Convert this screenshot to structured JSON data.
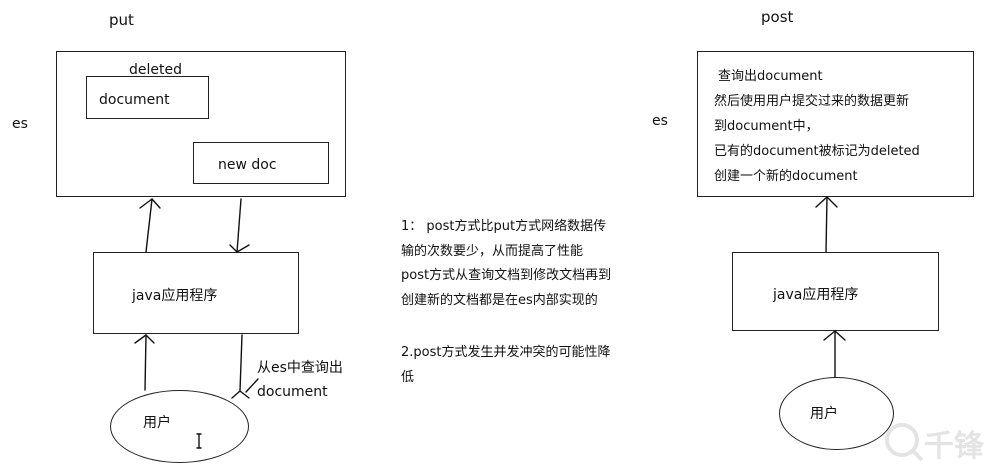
{
  "left": {
    "title": "put",
    "es_label": "es",
    "deleted_label": "deleted",
    "document_label": "document",
    "new_doc_label": "new doc",
    "java_app_label": "java应用程序",
    "user_label": "用户",
    "query_note_line1": "从es中查询出",
    "query_note_line2": "document"
  },
  "middle": {
    "note_lines": [
      "1： post方式比put方式网络数据传",
      "输的次数要少，从而提高了性能",
      "post方式从查询文档到修改文档再到",
      "创建新的文档都是在es内部实现的"
    ],
    "note2_lines": [
      "2.post方式发生并发冲突的可能性降",
      "低"
    ]
  },
  "right": {
    "title": "post",
    "es_label": "es",
    "es_box_lines": [
      "查询出document",
      "然后使用用户提交过来的数据更新",
      "到document中，",
      "已有的document被标记为deleted",
      "创建一个新的document"
    ],
    "java_app_label": "java应用程序",
    "user_label": "用户"
  },
  "watermark": {
    "icon": "logo-watermark-icon",
    "text": "千锋"
  }
}
